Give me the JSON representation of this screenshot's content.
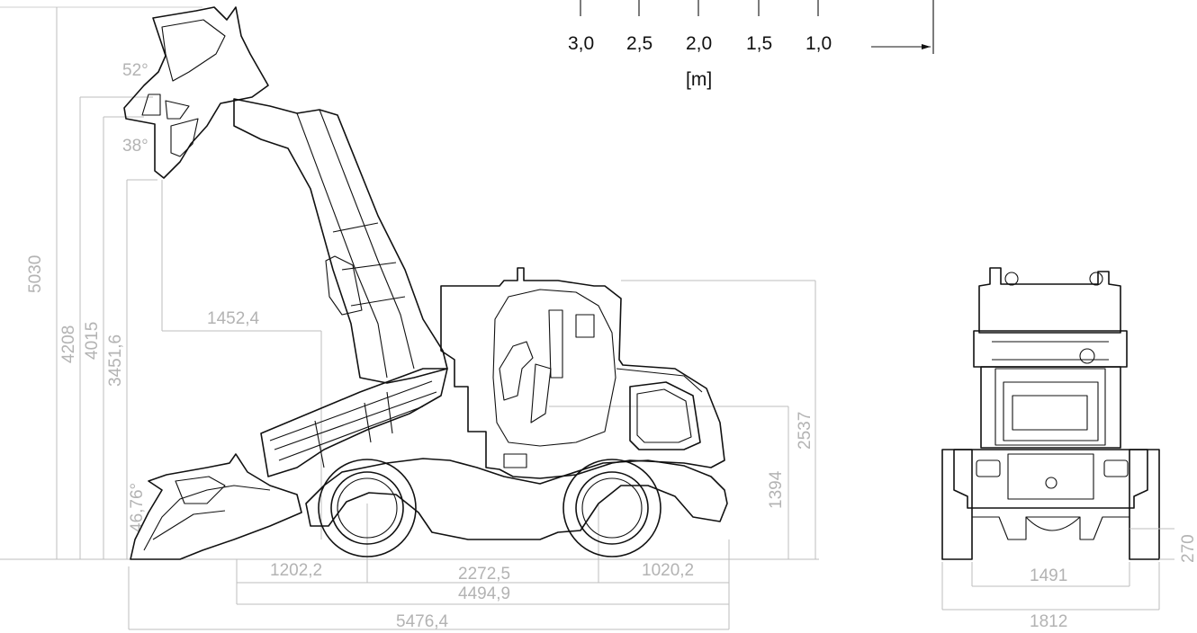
{
  "scale": {
    "ticks": [
      "3,0",
      "2,5",
      "2,0",
      "1,5",
      "1,0"
    ],
    "unit": "[m]"
  },
  "side_view": {
    "angles": {
      "top": "52°",
      "mid": "38°",
      "bottom": "46,76°"
    },
    "heights": {
      "total": "5030",
      "pin": "4208",
      "h4015": "4015",
      "dump": "3451,6",
      "cab": "2537",
      "axle": "1394"
    },
    "reach": "1452,4",
    "lengths": {
      "front_overhang": "1202,2",
      "wheelbase": "2272,5",
      "rear_overhang": "1020,2",
      "machine": "4494,9",
      "overall": "5476,4"
    }
  },
  "front_view": {
    "clearance": "270",
    "track": "1491",
    "width": "1812"
  },
  "colors": {
    "dimension": "#b3b3b3",
    "outline": "#111111"
  }
}
